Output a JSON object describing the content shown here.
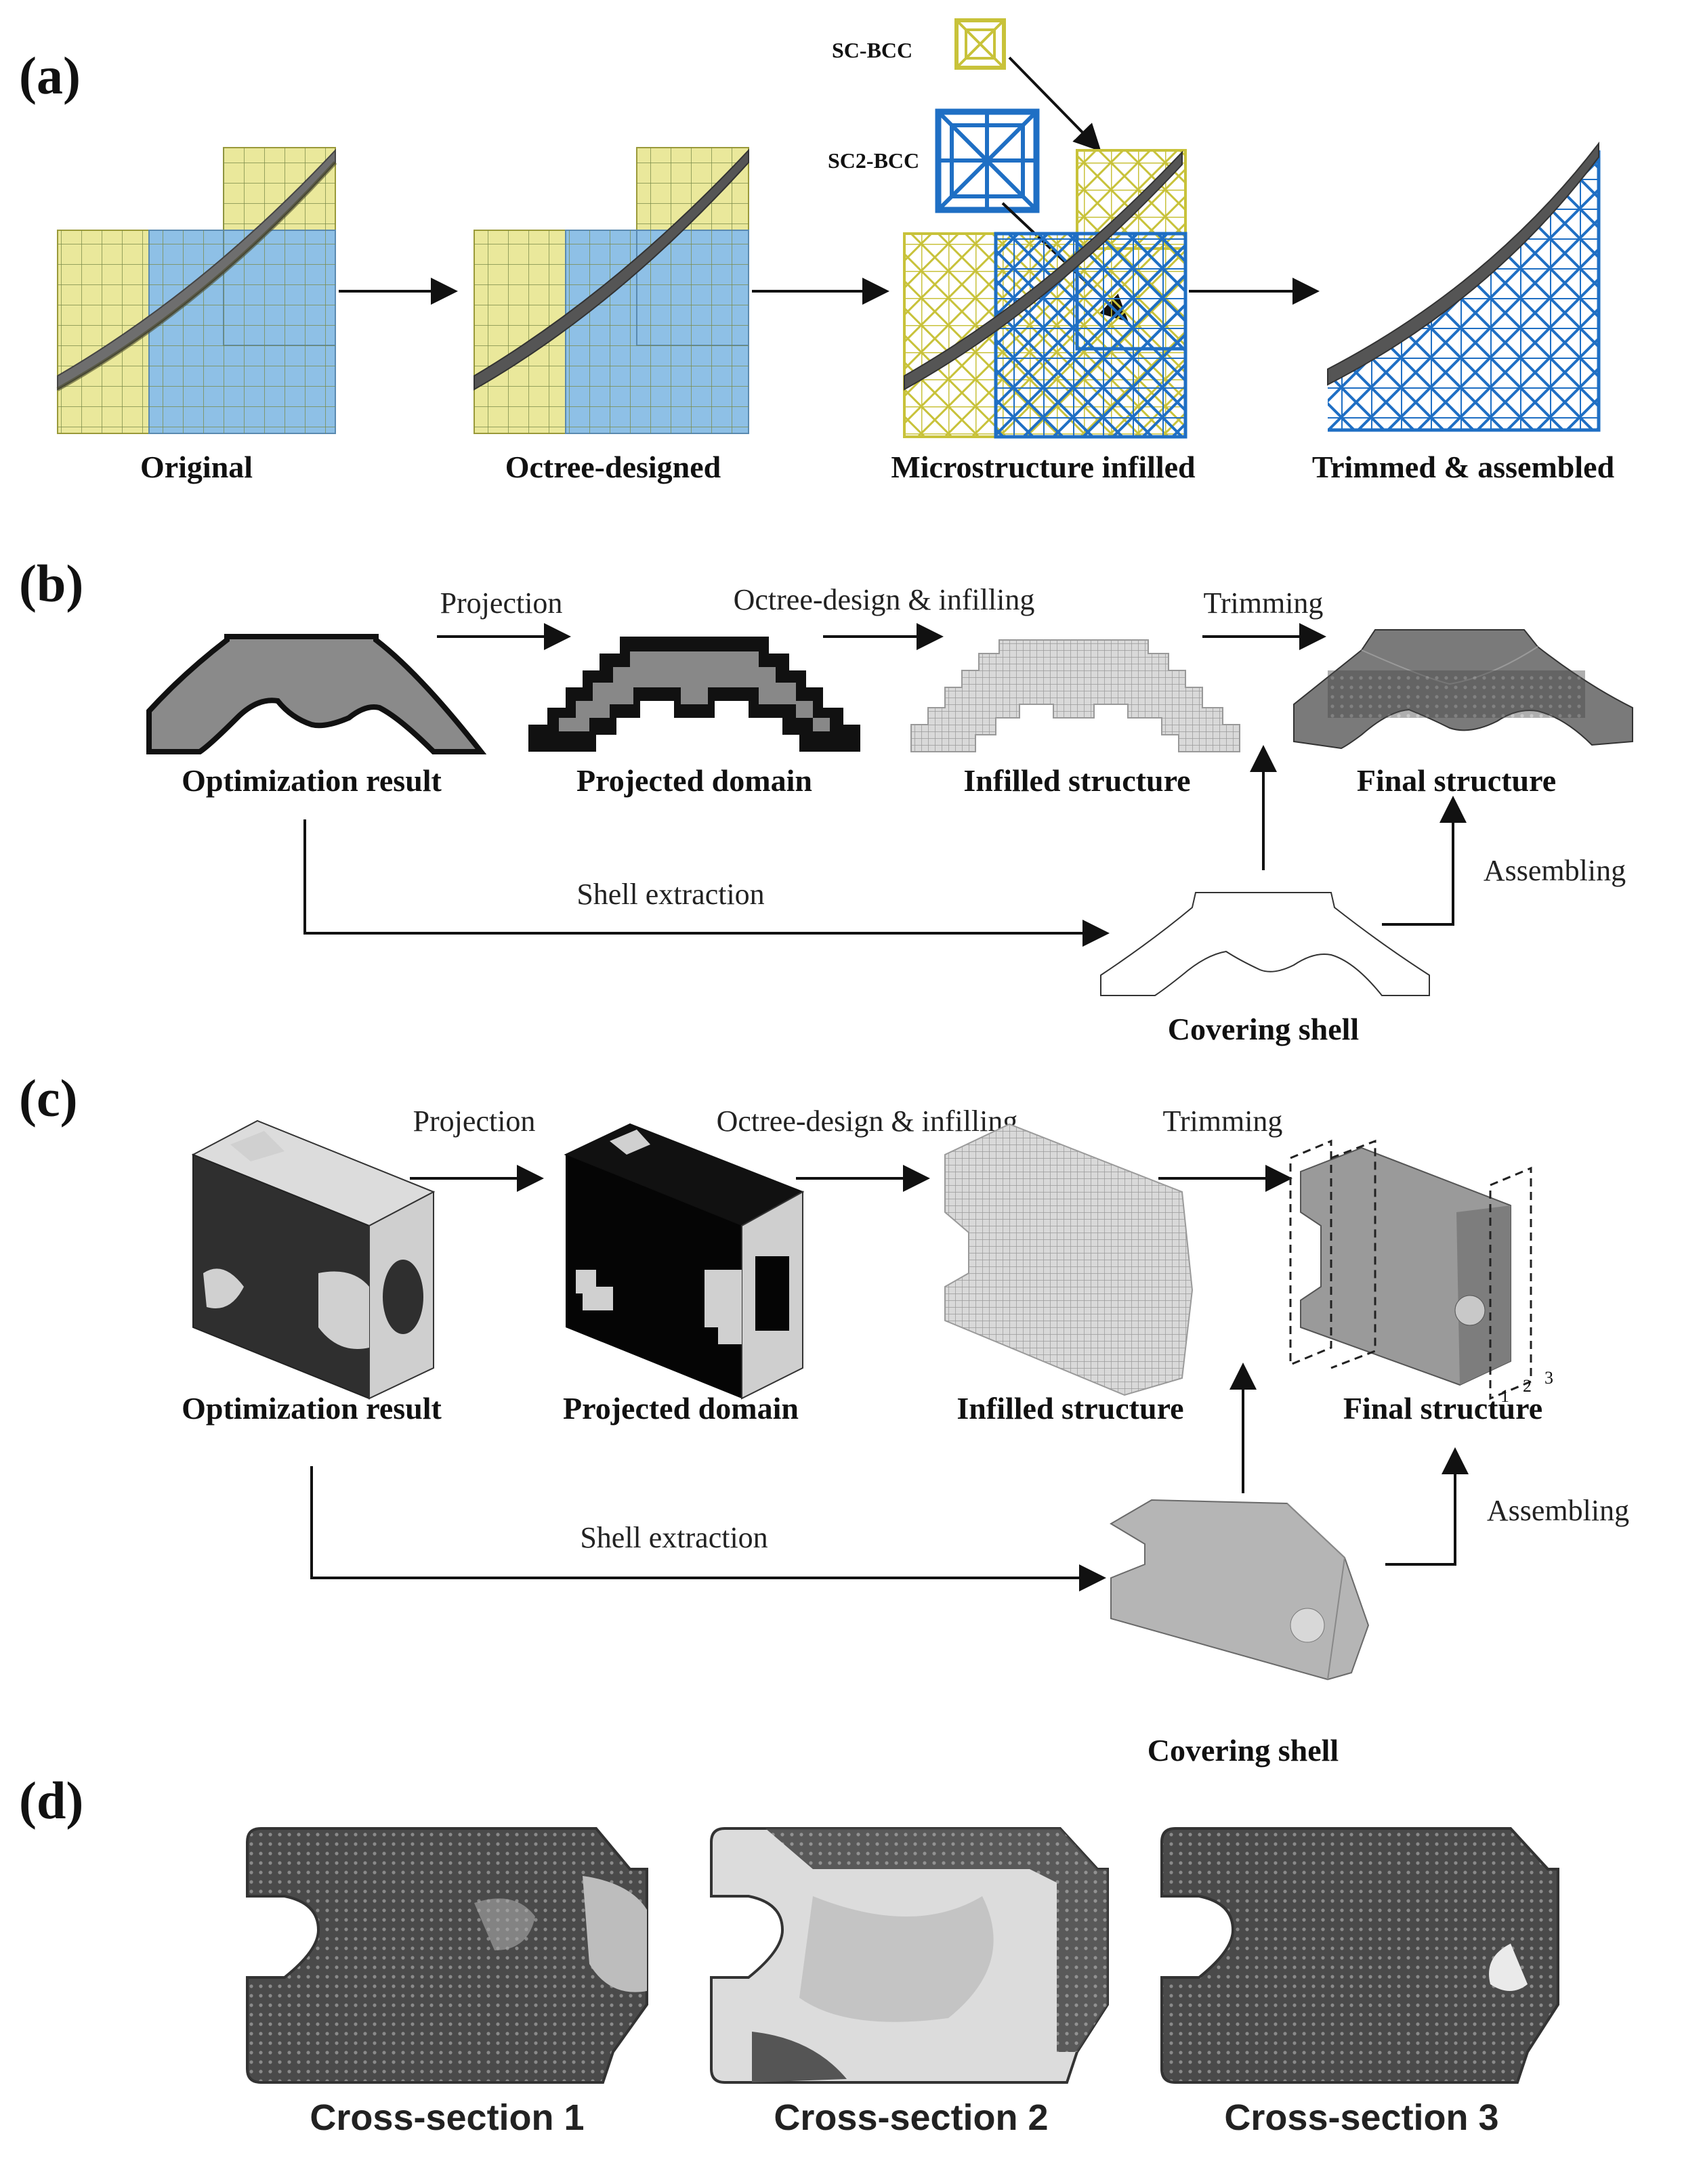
{
  "panels": {
    "a": {
      "label": "(a)",
      "cell_types": [
        "SC-BCC",
        "SC2-BCC"
      ],
      "captions": [
        "Original",
        "Octree-designed",
        "Microstructure infilled",
        "Trimmed & assembled"
      ]
    },
    "b": {
      "label": "(b)",
      "steps": [
        "Projection",
        "Octree-design & infilling",
        "Trimming",
        "Shell extraction",
        "Assembling"
      ],
      "captions": [
        "Optimization result",
        "Projected domain",
        "Infilled structure",
        "Final structure",
        "Covering shell"
      ]
    },
    "c": {
      "label": "(c)",
      "steps": [
        "Projection",
        "Octree-design & infilling",
        "Trimming",
        "Shell extraction",
        "Assembling"
      ],
      "captions": [
        "Optimization result",
        "Projected domain",
        "Infilled structure",
        "Final structure",
        "Covering shell"
      ],
      "plane_numbers": [
        "1",
        "2",
        "3"
      ]
    },
    "d": {
      "label": "(d)",
      "captions": [
        "Cross-section 1",
        "Cross-section 2",
        "Cross-section 3"
      ]
    }
  },
  "colors": {
    "yellow_cell": "#c8c23a",
    "yellow_fill": "#e6e48a",
    "blue_cell": "#1f6fc4",
    "blue_fill": "#8ec0e6",
    "shell": "#6e6e6e",
    "dark": "#2b2b2b"
  }
}
